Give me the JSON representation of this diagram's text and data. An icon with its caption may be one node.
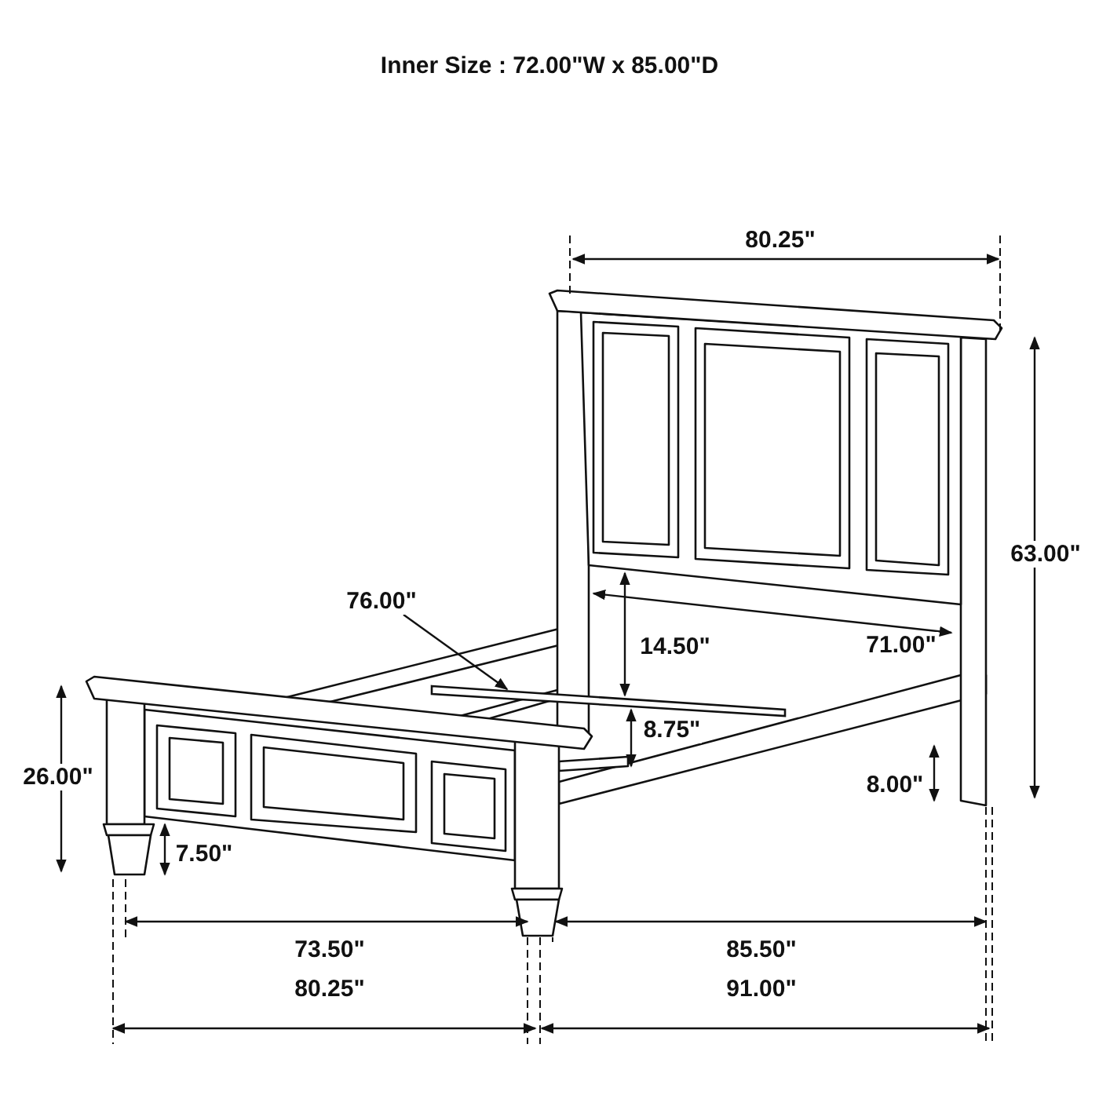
{
  "diagram": {
    "title": "Inner Size : 72.00\"W x 85.00\"D",
    "nodes": [
      {
        "text": [
          "76.00\""
        ]
      },
      {
        "text": [],
        "shape": "bar"
      }
    ],
    "edges": [
      {
        "from": 0,
        "to": 1,
        "arrow": "to"
      }
    ],
    "labels": [
      "80.25\"",
      "63.00\"",
      "14.50\"",
      "71.00\"",
      "8.75\"",
      "26.00\"",
      "8.00\"",
      "7.50\"",
      "73.50\"",
      "85.50\"",
      "80.25\"",
      "91.00\""
    ]
  }
}
